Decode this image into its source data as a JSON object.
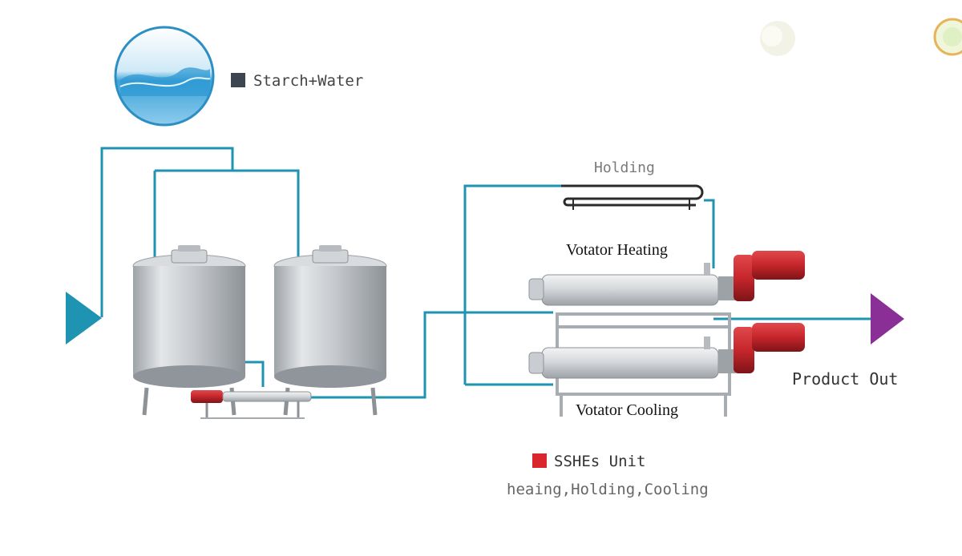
{
  "legend": {
    "starch_water": {
      "label": "Starch+Water",
      "color": "#3d4650"
    },
    "sshe_unit": {
      "label": "SSHEs Unit",
      "color": "#d9262c"
    }
  },
  "labels": {
    "holding": "Holding",
    "votator_heating": "Votator Heating",
    "votator_cooling": "Votator Cooling",
    "product_out": "Product Out",
    "sshe_subtitle": "heaing,Holding,Cooling"
  },
  "colors": {
    "pipe": "#1f93b2",
    "inlet_arrow": "#1f93b2",
    "outlet_arrow": "#8a2f95",
    "motor": "#c6262b",
    "steel": "#c9cdd1",
    "text_gray": "#555555"
  },
  "icons": {
    "water": "water-circle-icon",
    "inlet": "inlet-arrow-icon",
    "outlet": "outlet-arrow-icon"
  }
}
